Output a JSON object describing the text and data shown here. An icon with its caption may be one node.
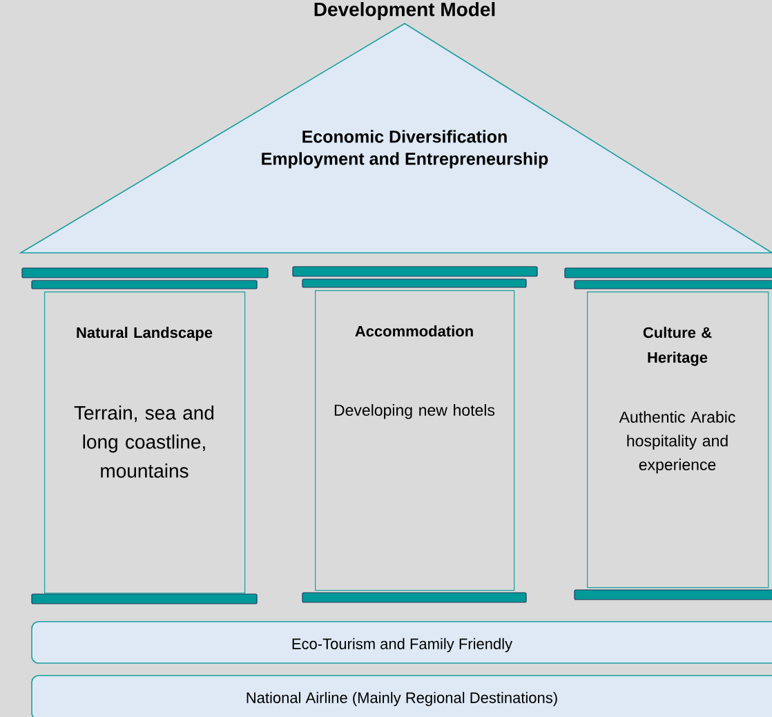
{
  "diagram": {
    "title": "Development Model",
    "nodes": [
      {
        "text": [
          "Economic Diversification",
          "Employment and Entrepreneurship"
        ]
      },
      {
        "text": [
          "Natural Landscape",
          "Terrain, sea and long coastline, mountains"
        ]
      },
      {
        "text": [
          "Accommodation",
          "Developing new hotels"
        ]
      },
      {
        "text": [
          "Culture & Heritage",
          "Authentic Arabic hospitality and experience"
        ]
      },
      {
        "text": [
          "Eco-Tourism and Family Friendly"
        ]
      },
      {
        "text": [
          "National Airline (Mainly Regional Destinations)"
        ]
      }
    ]
  }
}
